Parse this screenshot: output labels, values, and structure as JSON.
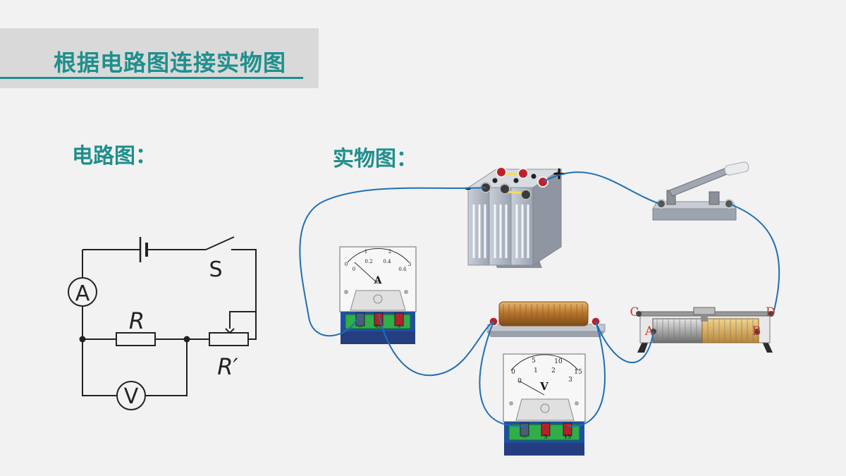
{
  "header": {
    "title": "根据电路图连接实物图"
  },
  "circuit_diagram": {
    "heading": "电路图：",
    "ammeter_symbol": "A",
    "voltmeter_symbol": "V",
    "switch_label": "S",
    "resistor_label": "R",
    "rheostat_label": "R′"
  },
  "physical_diagram": {
    "heading": "实物图：",
    "battery": {
      "negative_sign": "-",
      "positive_sign": "+"
    },
    "ammeter": {
      "symbol": "A",
      "scale_top": [
        "0",
        "1",
        "2",
        "3"
      ],
      "scale_bottom": [
        "0",
        "0.2",
        "0.4",
        "0.6"
      ],
      "terminals": [
        "—",
        "0.6",
        "3"
      ]
    },
    "voltmeter": {
      "symbol": "V",
      "scale_top": [
        "0",
        "5",
        "10",
        "15"
      ],
      "scale_bottom": [
        "0",
        "1",
        "2",
        "3"
      ],
      "terminals": [
        "—",
        "3",
        "15"
      ]
    },
    "rheostat": {
      "terminal_c": "C",
      "terminal_d": "D",
      "terminal_a": "A",
      "terminal_b": "B"
    }
  },
  "colors": {
    "accent": "#1e8f8c",
    "wire": "#1f6fb5",
    "rheostat_letters": "#c0392b"
  }
}
